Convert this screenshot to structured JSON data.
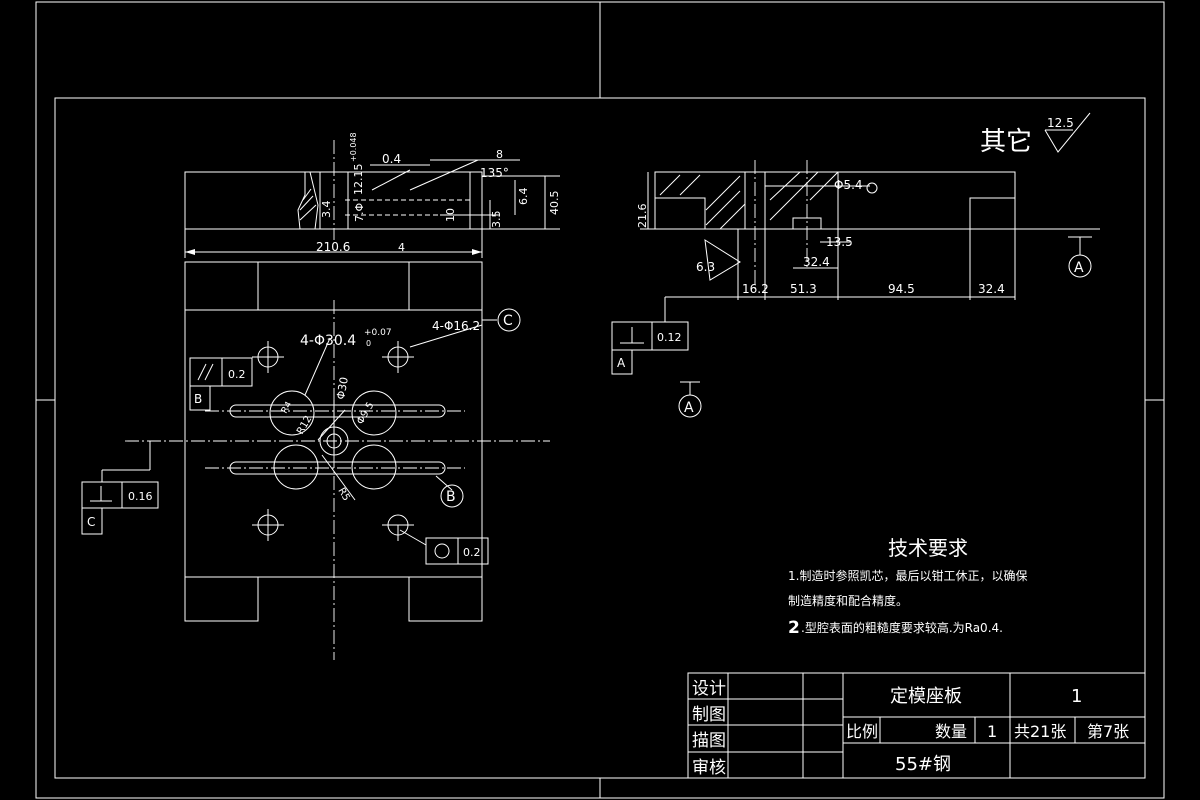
{
  "top_view": {
    "dims": {
      "d_0_4": "0.4",
      "d_8": "8",
      "d_135": "135°",
      "d_12_15": "12.15",
      "d_tol_0048": "+0.048",
      "d_3_4": "3.4",
      "d_phi7": "7.Φ",
      "d_10": "10",
      "d_3_5": "3.5",
      "d_6_4": "6.4",
      "d_40_5": "40.5",
      "d_210_6": "210.6",
      "d_4": "4"
    }
  },
  "front_view": {
    "holes_label": "4-Φ30.4",
    "holes_tol_upper": "+0.07",
    "holes_tol_lower": "0",
    "guide_label": "4-Φ16.2",
    "phi30": "Φ30",
    "phi9_5": "Φ9.5",
    "r12": "R12",
    "r5": "R5",
    "r4": "R4",
    "datum_c": "C",
    "datum_b": "B",
    "parallel_tol": "0.2",
    "parallel_ref": "B",
    "perp_tol": "0.16",
    "perp_ref": "C",
    "circ_tol": "0.2"
  },
  "side_view": {
    "d_phi5_4": "Φ5.4",
    "d_21_6": "21.6",
    "d_13_5": "13.5",
    "d_32_4a": "32.4",
    "d_6_3": "6.3",
    "d_16_2": "16.2",
    "d_51_3": "51.3",
    "d_94_5": "94.5",
    "d_32_4b": "32.4",
    "datum_a": "A",
    "perp_tol": "0.12",
    "perp_ref": "A",
    "section_a": "A"
  },
  "roughness": {
    "label": "其它",
    "value": "12.5"
  },
  "tech_req": {
    "title": "技术要求",
    "line1": "1.制造时参照凯芯，最后以钳工休正，以确保",
    "line2": "制造精度和配合精度。",
    "line3_num": "2",
    "line3": ".型腔表面的粗糙度要求较高.为Ra0.4."
  },
  "title_block": {
    "design": "设计",
    "drafting": "制图",
    "tracing": "描图",
    "review": "审核",
    "part_name": "定模座板",
    "part_no": "1",
    "scale_label": "比例",
    "qty_label": "数量",
    "qty": "1",
    "total_sheets": "共21张",
    "sheet_no": "第7张",
    "material": "55#钢"
  }
}
